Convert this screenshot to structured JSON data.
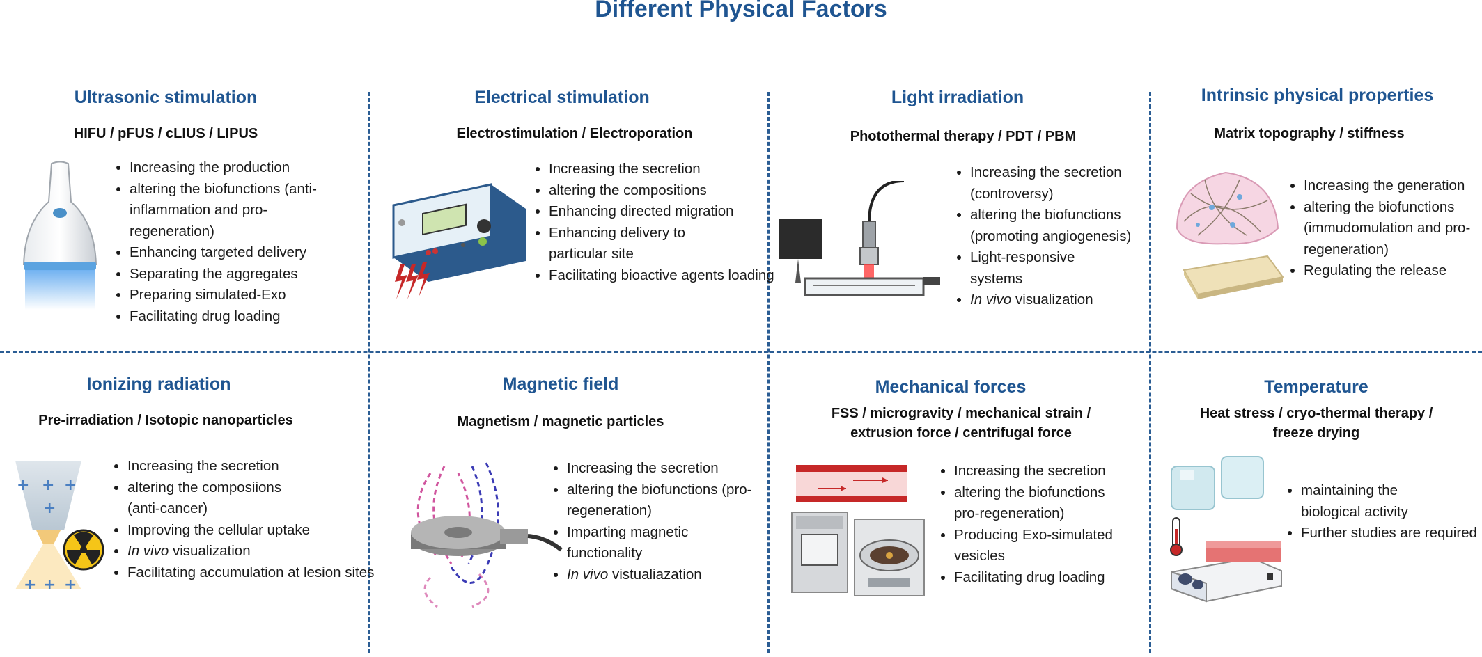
{
  "title": "Different Physical Factors",
  "panels": [
    {
      "title": "Ultrasonic stimulation",
      "subtitle": "HIFU / pFUS / cLIUS / LIPUS",
      "bullets": [
        "Increasing the production",
        "altering the biofunctions (anti-inflammation and pro-regeneration)",
        "Enhancing targeted delivery",
        "Separating the aggregates",
        "Preparing  simulated-Exo",
        "Facilitating  drug loading"
      ],
      "icon": "ultrasound-probe-icon"
    },
    {
      "title": "Electrical stimulation",
      "subtitle": "Electrostimulation / Electroporation",
      "bullets": [
        "Increasing the secretion",
        "altering the compositions",
        "Enhancing directed migration",
        "Enhancing delivery to particular site",
        "Facilitating bioactive agents loading"
      ],
      "icon": "electrostimulator-device-icon"
    },
    {
      "title": "Light irradiation",
      "subtitle": "Photothermal therapy / PDT / PBM",
      "bullets": [
        "Increasing the secretion (controversy)",
        "altering the biofunctions (promoting angiogenesis)",
        "Light-responsive systems"
      ],
      "italic_bullet": {
        "italic": "In vivo",
        "rest": " visualization"
      },
      "icon": "laser-light-source-icon"
    },
    {
      "title": "Intrinsic physical properties",
      "subtitle": "Matrix topography / stiffness",
      "bullets": [
        "Increasing the generation",
        "altering the biofunctions (immudomulation and pro-regeneration)",
        "Regulating the release"
      ],
      "icon": "matrix-scaffold-icon"
    },
    {
      "title": "Ionizing radiation",
      "subtitle": "Pre-irradiation / Isotopic nanoparticles",
      "bullets": [
        "Increasing the secretion",
        "altering the composiions (anti-cancer)",
        "Improving the cellular uptake"
      ],
      "italic_bullet": {
        "italic": "In vivo",
        "rest": " visualization"
      },
      "bullets_after": [
        "Facilitating accumulation at lesion sites"
      ],
      "icon": "radiation-beam-icon"
    },
    {
      "title": "Magnetic field",
      "subtitle": "Magnetism / magnetic particles",
      "bullets": [
        "Increasing the secretion",
        "altering the biofunctions (pro-regeneration)",
        "Imparting magnetic functionality"
      ],
      "italic_bullet": {
        "italic": "In vivo",
        "rest": " vistualiazation"
      },
      "icon": "magnet-coil-icon"
    },
    {
      "title": "Mechanical forces",
      "subtitle": "FSS  / microgravity / mechanical strain / extrusion force / centrifugal force",
      "bullets": [
        "Increasing the secretion",
        "altering the biofunctions pro-regeneration)",
        "Producing Exo-simulated vesicles",
        "Facilitating drug loading"
      ],
      "icon": "centrifuge-icon"
    },
    {
      "title": "Temperature",
      "subtitle": "Heat stress / cryo-thermal therapy / freeze drying",
      "bullets": [
        "maintaining the biological activity",
        "Further studies are required"
      ],
      "icon": "hotplate-ice-icon"
    }
  ],
  "colors": {
    "title_blue": "#1f5591",
    "divider": "#2b5d94"
  }
}
